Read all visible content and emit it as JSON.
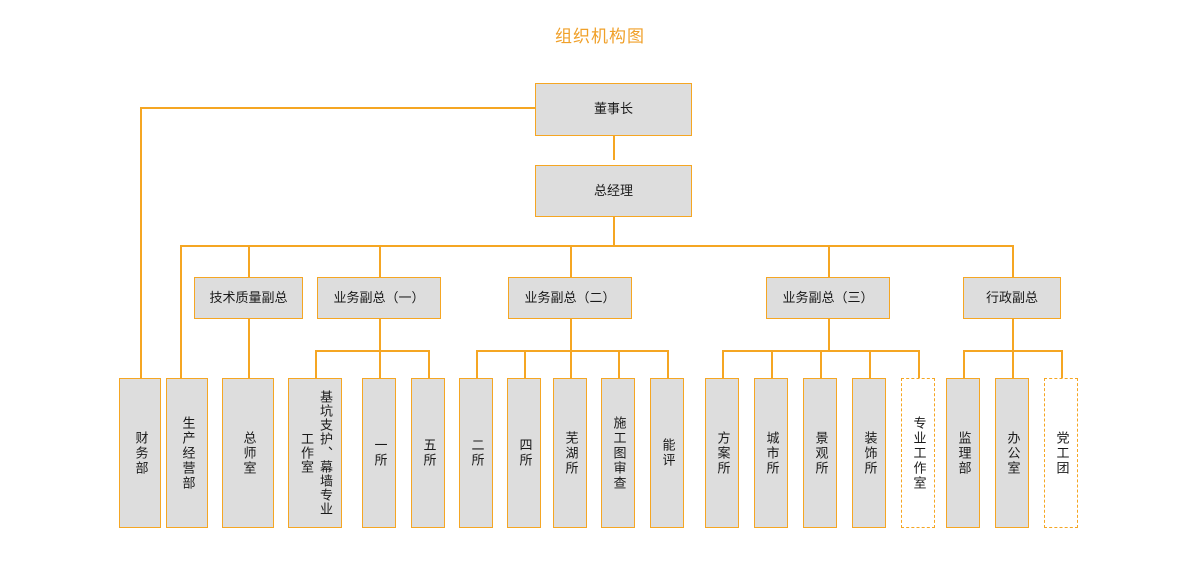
{
  "title": "组织机构图",
  "colors": {
    "accent": "#F5A623",
    "title": "#F0A029",
    "node_fill": "#DDDDDD",
    "node_fill_dashed": "#FFFFFF",
    "text": "#1A1A1A",
    "background": "#FFFFFF"
  },
  "nodes": {
    "chairman": {
      "label": "董事长"
    },
    "general_manager": {
      "label": "总经理"
    }
  },
  "vice_presidents": [
    {
      "id": "tech_quality",
      "label": "技术质量副总"
    },
    {
      "id": "business_1",
      "label": "业务副总（一）"
    },
    {
      "id": "business_2",
      "label": "业务副总（二）"
    },
    {
      "id": "business_3",
      "label": "业务副总（三）"
    },
    {
      "id": "admin",
      "label": "行政副总"
    }
  ],
  "departments": [
    {
      "id": "finance",
      "label": "财务部",
      "parent": "chairman",
      "style": "solid"
    },
    {
      "id": "production",
      "label": "生产经营部",
      "parent": "general_manager",
      "style": "solid"
    },
    {
      "id": "chief_engineer",
      "label": "总师室",
      "parent": "tech_quality",
      "style": "solid"
    },
    {
      "id": "studio_pit",
      "label": "基坑支护、幕墙专业工作室",
      "parent": "business_1",
      "style": "solid"
    },
    {
      "id": "inst_1",
      "label": "一所",
      "parent": "business_1",
      "style": "solid"
    },
    {
      "id": "inst_5",
      "label": "五所",
      "parent": "business_1",
      "style": "solid"
    },
    {
      "id": "inst_2",
      "label": "二所",
      "parent": "business_2",
      "style": "solid"
    },
    {
      "id": "inst_4",
      "label": "四所",
      "parent": "business_2",
      "style": "solid"
    },
    {
      "id": "wuhu",
      "label": "芜湖所",
      "parent": "business_2",
      "style": "solid"
    },
    {
      "id": "drawing_review",
      "label": "施工图审查",
      "parent": "business_2",
      "style": "solid"
    },
    {
      "id": "energy_eval",
      "label": "能评",
      "parent": "business_2",
      "style": "solid"
    },
    {
      "id": "scheme",
      "label": "方案所",
      "parent": "business_3",
      "style": "solid"
    },
    {
      "id": "urban",
      "label": "城市所",
      "parent": "business_3",
      "style": "solid"
    },
    {
      "id": "landscape",
      "label": "景观所",
      "parent": "business_3",
      "style": "solid"
    },
    {
      "id": "decoration",
      "label": "装饰所",
      "parent": "business_3",
      "style": "solid"
    },
    {
      "id": "pro_studio",
      "label": "专业工作室",
      "parent": "business_3",
      "style": "dashed"
    },
    {
      "id": "supervision",
      "label": "监理部",
      "parent": "admin",
      "style": "solid"
    },
    {
      "id": "office",
      "label": "办公室",
      "parent": "admin",
      "style": "solid"
    },
    {
      "id": "party_union",
      "label": "党工团",
      "parent": "admin",
      "style": "dashed"
    }
  ]
}
